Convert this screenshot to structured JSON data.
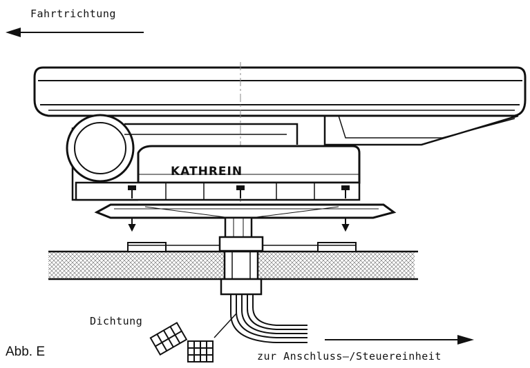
{
  "labels": {
    "direction": "Fahrtrichtung",
    "seal": "Dichtung",
    "figure": "Abb. E",
    "connection": "zur Anschluss–/Steuereinheit"
  },
  "brand": "KATHREIN"
}
